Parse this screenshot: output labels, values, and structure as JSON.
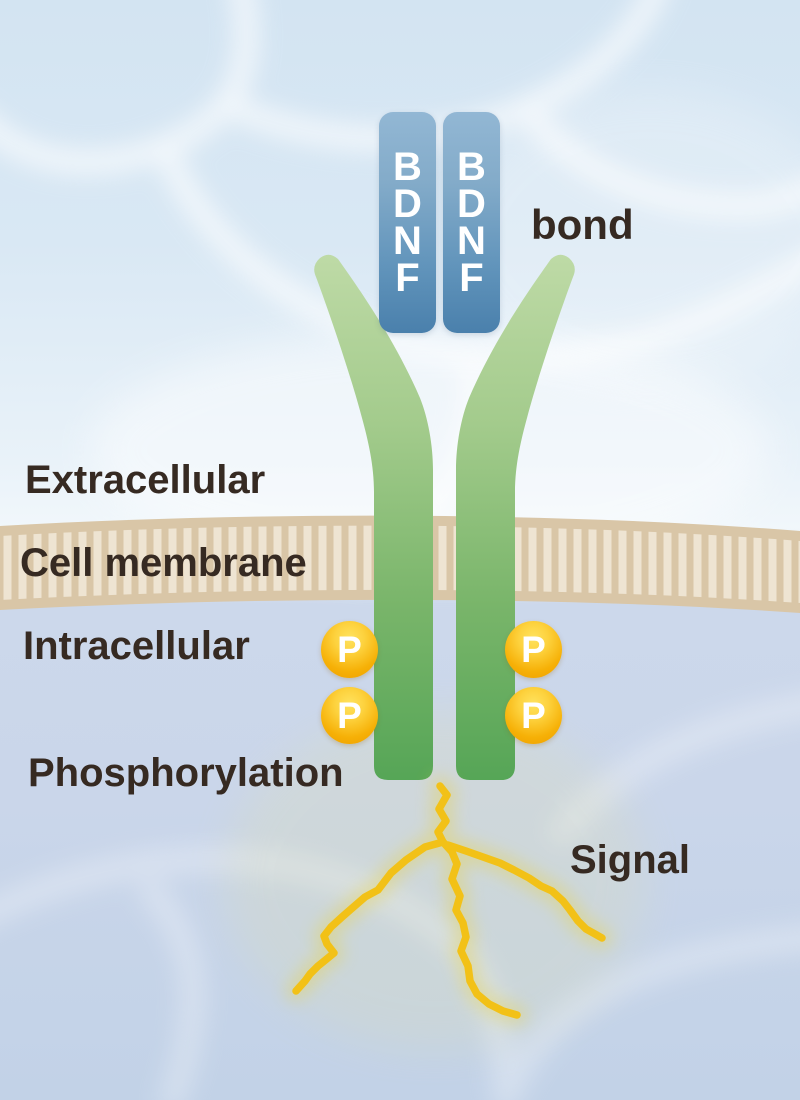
{
  "labels": {
    "bond": "bond",
    "extracellular": "Extracellular",
    "cell_membrane": "Cell membrane",
    "intracellular": "Intracellular",
    "phosphorylation": "Phosphorylation",
    "signal": "Signal"
  },
  "bdnf": {
    "name": "BDNF",
    "letters": [
      "B",
      "D",
      "N",
      "F"
    ],
    "unit_count": 2
  },
  "phosphate": {
    "symbol": "P",
    "count": 4
  },
  "membrane": {
    "stripe_count": 54,
    "stripe_period": 15,
    "stripe_width": 8
  },
  "colors": {
    "text": "#362a22",
    "background_top": "#d3e4f2",
    "background_bottom": "#c2d2e7",
    "membrane_band": "#d9c6a7",
    "membrane_stripe": "#eee4d2",
    "receptor_green_top": "#bedaa6",
    "receptor_green_bottom": "#55a556",
    "bdnf_blue_top": "#92b7d4",
    "bdnf_blue_bottom": "#4a80ac",
    "phosphate_orange": "#f6b006",
    "phosphate_highlight": "#ffe25e",
    "signal": "#f2c117",
    "signal_glow": "#e8d44b",
    "texture_white": "#ffffff"
  }
}
